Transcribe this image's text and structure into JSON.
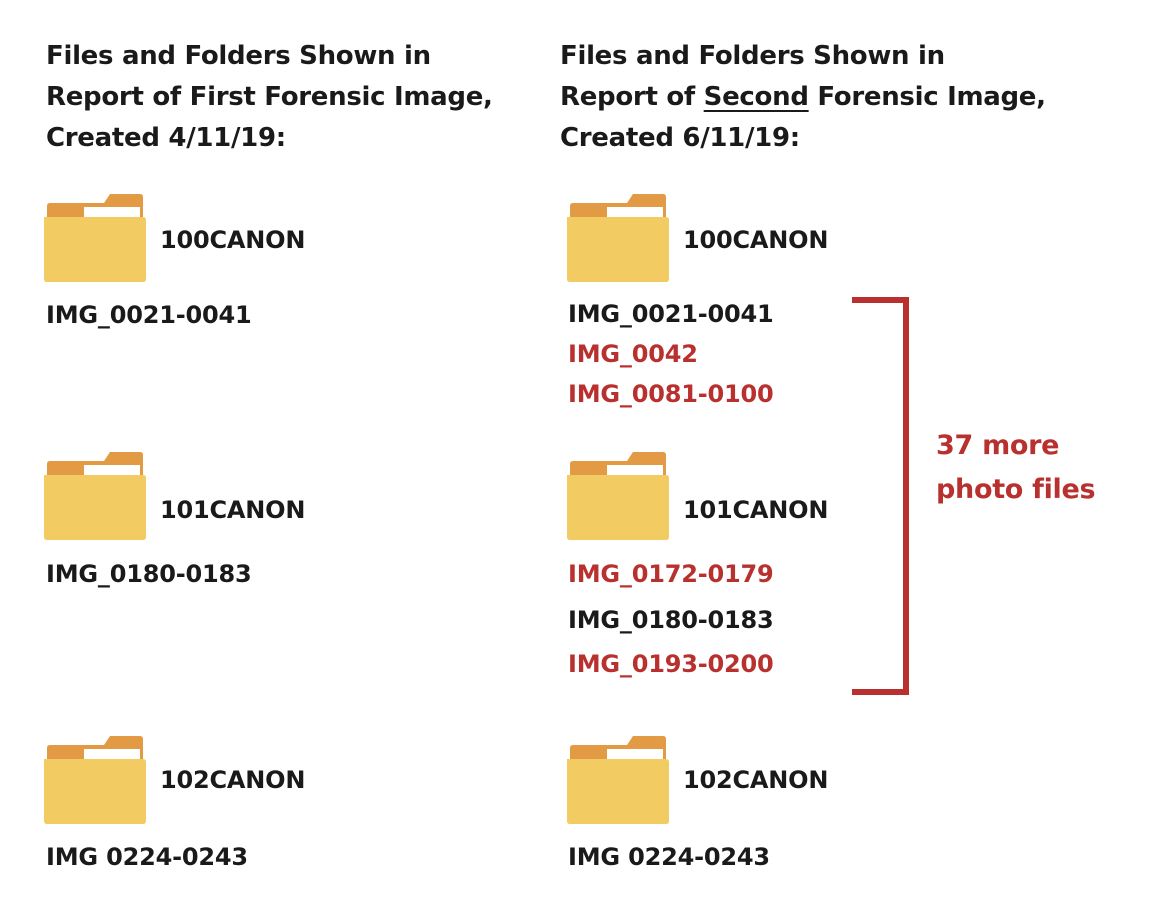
{
  "left_column": {
    "heading_lines": [
      "Files and Folders Shown in",
      "Report of First Forensic Image,",
      "Created 4/11/19:"
    ],
    "folders": [
      {
        "name": "100CANON",
        "files": [
          {
            "text": "IMG_0021-0041",
            "added": false
          }
        ]
      },
      {
        "name": "101CANON",
        "files": [
          {
            "text": "IMG_0180-0183",
            "added": false
          }
        ]
      },
      {
        "name": "102CANON",
        "files": [
          {
            "text": "IMG 0224-0243",
            "added": false
          }
        ]
      }
    ]
  },
  "right_column": {
    "heading_lines": {
      "line1": "Files and Folders Shown in",
      "line2_prefix": "Report of ",
      "line2_underlined": "Second",
      "line2_suffix": " Forensic Image,",
      "line3": "Created 6/11/19:"
    },
    "folders": [
      {
        "name": "100CANON",
        "files": [
          {
            "text": "IMG_0021-0041",
            "added": false
          },
          {
            "text": "IMG_0042",
            "added": true
          },
          {
            "text": "IMG_0081-0100",
            "added": true
          }
        ]
      },
      {
        "name": "101CANON",
        "files": [
          {
            "text": "IMG_0172-0179",
            "added": true
          },
          {
            "text": "IMG_0180-0183",
            "added": false
          },
          {
            "text": "IMG_0193-0200",
            "added": true
          }
        ]
      },
      {
        "name": "102CANON",
        "files": [
          {
            "text": "IMG 0224-0243",
            "added": false
          }
        ]
      }
    ]
  },
  "annotation": {
    "line1": "37 more",
    "line2": "photo files"
  },
  "colors": {
    "added_file": "#b8312f",
    "bracket": "#b8312f",
    "folder_body": "#f2cc63",
    "folder_tab": "#e29a45",
    "folder_paper": "#ffffff"
  },
  "icons": {
    "folder": "folder-icon"
  }
}
